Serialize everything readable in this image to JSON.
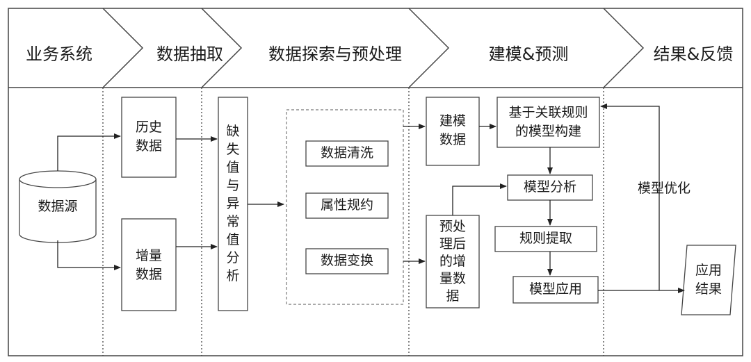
{
  "stages": [
    "业务系统",
    "数据抽取",
    "数据探索与预处理",
    "建模&预测",
    "结果&反馈"
  ],
  "source": "数据源",
  "extract": {
    "history": "历史\n数据",
    "increment": "增量\n数据"
  },
  "explore": {
    "missing_outlier": "缺失值与异常值分析",
    "steps": [
      "数据清洗",
      "属性规约",
      "数据变换"
    ]
  },
  "model": {
    "model_data": "建模\n数据",
    "build": "基于关联规则\n的模型构建",
    "analyze": "模型分析",
    "extract_rules": "规则提取",
    "apply": "模型应用",
    "preprocessed": "预处\n理后\n的增\n量数\n据"
  },
  "feedback": {
    "optimize": "模型优化",
    "result": "应用\n结果"
  }
}
